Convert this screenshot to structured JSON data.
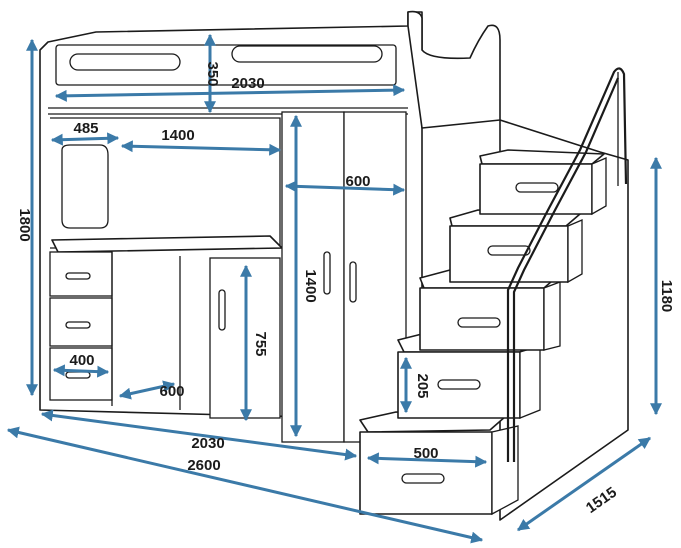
{
  "colors": {
    "dimension": "#3b7aa8",
    "outline": "#1b1b1b",
    "background": "#ffffff"
  },
  "dimensions": {
    "top_height": "350",
    "bed_length": "2030",
    "desk_depth": "485",
    "desk_width": "1400",
    "wardrobe_width": "600",
    "total_height": "1800",
    "wardrobe_height": "1400",
    "cabinet_height": "755",
    "drawer_width": "400",
    "desk_leg_depth": "600",
    "step_height": "205",
    "step_width": "500",
    "base_length": "2030",
    "total_length": "2600",
    "stairs_height": "1180",
    "stairs_depth": "1515"
  }
}
